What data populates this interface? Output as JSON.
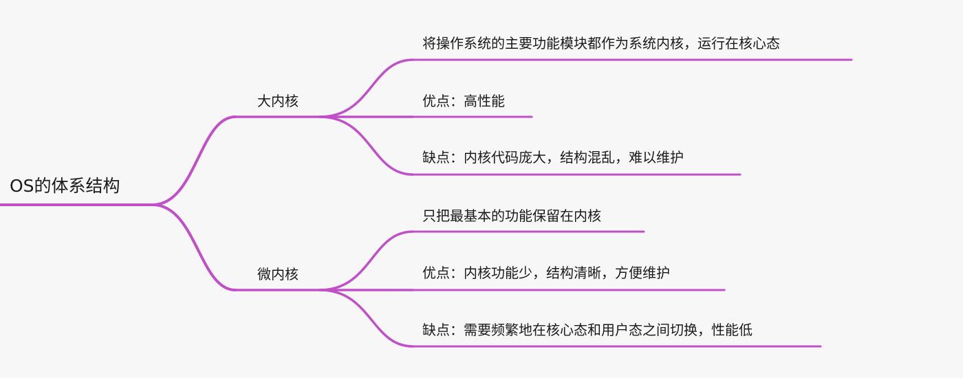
{
  "style": {
    "line_color": "#c050c8",
    "background": "#f7f7f7",
    "text_color": "#1a1a1a"
  },
  "mindmap": {
    "root": {
      "label": "OS的体系结构"
    },
    "branches": [
      {
        "label": "大内核",
        "leaves": [
          {
            "label": "将操作系统的主要功能模块都作为系统内核，运行在核心态"
          },
          {
            "label": "优点：高性能"
          },
          {
            "label": "缺点：内核代码庞大，结构混乱，难以维护"
          }
        ]
      },
      {
        "label": "微内核",
        "leaves": [
          {
            "label": "只把最基本的功能保留在内核"
          },
          {
            "label": "优点：内核功能少，结构清晰，方便维护"
          },
          {
            "label": "缺点：需要频繁地在核心态和用户态之间切换，性能低"
          }
        ]
      }
    ]
  }
}
